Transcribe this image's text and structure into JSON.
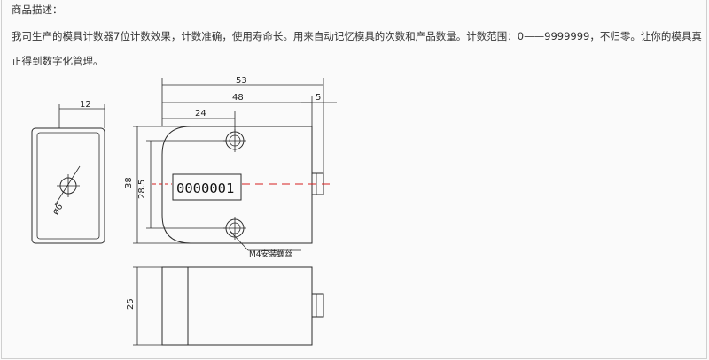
{
  "heading": "商品描述：",
  "paragraph_line1": "我司生产的模具计数器7位计数效果，计数准确，使用寿命长。用来自动记忆模具的次数和产品数量。计数范围：0——9999999，不归零。让你的模具真",
  "paragraph_line2": "正得到数字化管理。",
  "drawing": {
    "dim_total_length": "53",
    "dim_body_length": "48",
    "dim_plunger": "5",
    "dim_hole_offset": "24",
    "dim_side_width": "12",
    "dim_height": "38",
    "dim_hole_spacing": "28.5",
    "dim_hole_diameter": "ø6",
    "dim_bottom_height": "25",
    "display_value": "0000001",
    "screw_label": "M4安装螺丝"
  },
  "colors": {
    "accent_red": "#d62020",
    "line": "#2a2a2a",
    "background": "#fafafa"
  }
}
